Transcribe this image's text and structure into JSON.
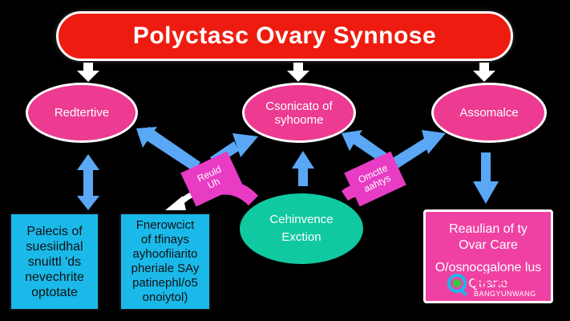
{
  "banner": {
    "title": "Polyctasс Ovary Synnose"
  },
  "nodes": {
    "left": "Redtertive",
    "middle_line1": "Csonicato of",
    "middle_line2": "syhoome",
    "right": "Assomalce"
  },
  "center": {
    "line1": "Cehinvence",
    "line2": "Exction"
  },
  "tags": {
    "left_line1": "Reuld",
    "left_line2": "Uh",
    "right_line1": "Omctte",
    "right_line2": "aahtys"
  },
  "boxes": {
    "left": [
      "Palecis of",
      "suesiidhal",
      "snuittl 'ds",
      "nevechrite",
      "optotate"
    ],
    "middle": [
      "Fnerowcict",
      "of tfinays",
      "ayhoofiiarito",
      "pheriale SAy",
      "patinephl/o5",
      "onoiytol)"
    ],
    "right": [
      "Reaulian of ty",
      "Ovar Care",
      "O/osnocgalone lus",
      "Quarte"
    ]
  },
  "watermark": {
    "cn": "帮孕网",
    "en": "BANGYUNWANG"
  },
  "colors": {
    "background": "#000000",
    "banner": "#ee1c10",
    "pink": "#ec3b91",
    "magenta": "#e83cc4",
    "cyan": "#1ab9e9",
    "teal": "#10c9a0",
    "arrow_blue": "#5aa8f5"
  }
}
